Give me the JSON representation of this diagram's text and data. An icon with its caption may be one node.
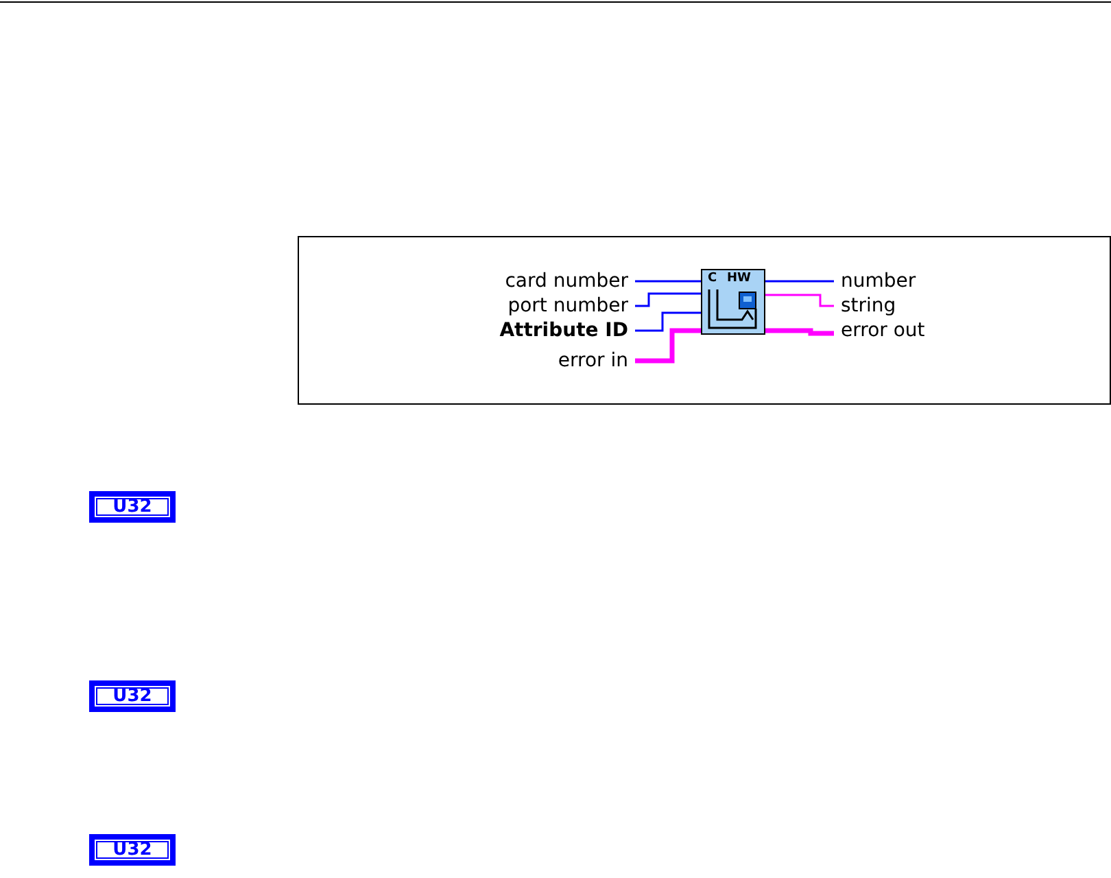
{
  "diagram": {
    "nodes": [
      {
        "text": [],
        "shape": "box"
      },
      {
        "text": [
          "card number"
        ],
        "in": 0
      },
      {
        "text": [
          "port number"
        ],
        "in": 0
      },
      {
        "text": [
          "Attribute ID"
        ],
        "in": 0
      },
      {
        "text": [
          "error in"
        ],
        "in": 0
      },
      {
        "text": [
          "C",
          "HW"
        ],
        "in": 0
      },
      {
        "text": [
          "number"
        ],
        "in": 0
      },
      {
        "text": [
          "string"
        ],
        "in": 0
      },
      {
        "text": [
          "error out"
        ],
        "in": 0
      }
    ],
    "edges": [
      {
        "from": 1,
        "to": 5,
        "arrow": "none"
      },
      {
        "from": 2,
        "to": 5,
        "arrow": "none"
      },
      {
        "from": 3,
        "to": 5,
        "arrow": "none"
      },
      {
        "from": 4,
        "to": 5,
        "arrow": "none",
        "style": "thick",
        "color": "#ff00ff"
      },
      {
        "from": 5,
        "to": 6,
        "arrow": "none"
      },
      {
        "from": 5,
        "to": 7,
        "arrow": "none",
        "color": "#ff00ff"
      },
      {
        "from": 5,
        "to": 8,
        "arrow": "none",
        "style": "thick",
        "color": "#ff00ff"
      }
    ],
    "labels": [
      "U32",
      "U32",
      "U32"
    ]
  }
}
